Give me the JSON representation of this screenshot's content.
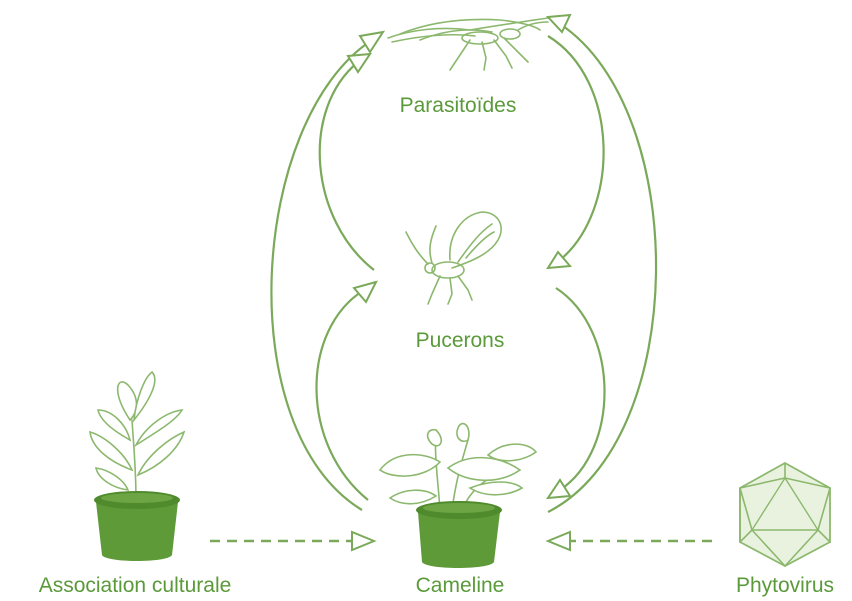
{
  "nodes": {
    "parasitoides": "Parasitoïdes",
    "pucerons": "Pucerons",
    "cameline": "Cameline",
    "association": "Association culturale",
    "phytovirus": "Phytovirus"
  },
  "colors": {
    "accent": "#5b9a3a",
    "line": "#7aa95a",
    "pot": "#5e9a38"
  },
  "icons": [
    "wasp-icon",
    "aphid-icon",
    "potted-plant-icon",
    "companion-plant-icon",
    "virus-icon"
  ]
}
